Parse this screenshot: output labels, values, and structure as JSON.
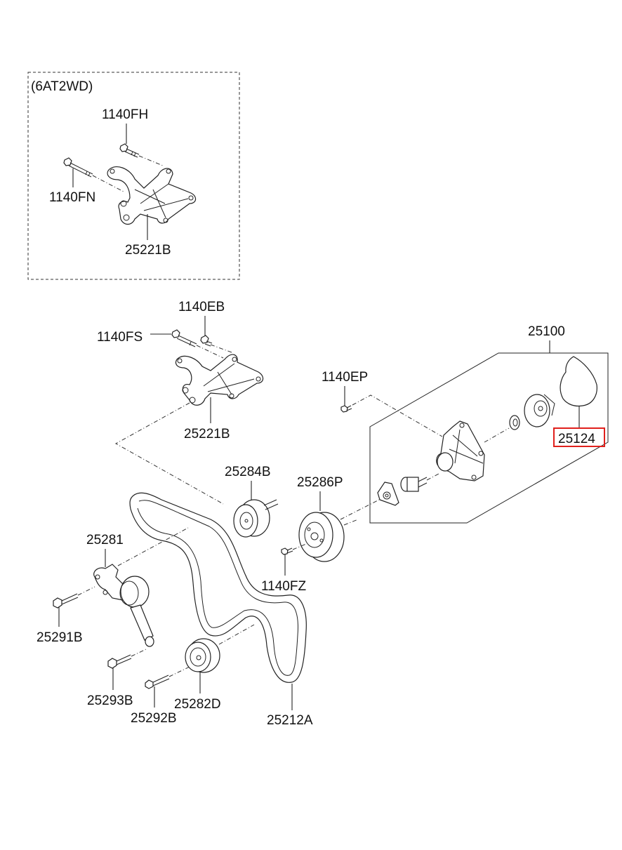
{
  "diagram": {
    "title": "Water Pump / Drive Belt Parts Diagram",
    "inset_box": {
      "caption": "(6AT2WD)",
      "labels": [
        "1140FH",
        "1140FN",
        "25221B"
      ]
    },
    "labels": {
      "p1140EB": "1140EB",
      "p1140FS": "1140FS",
      "p25221B": "25221B",
      "p1140EP": "1140EP",
      "p25100": "25100",
      "p25124": "25124",
      "p25284B": "25284B",
      "p25286P": "25286P",
      "p25281": "25281",
      "p1140FZ": "1140FZ",
      "p25291B": "25291B",
      "p25293B": "25293B",
      "p25292B": "25292B",
      "p25282D": "25282D",
      "p25212A": "25212A"
    },
    "highlighted_part": "25124",
    "highlight_color": "#e0201c"
  }
}
